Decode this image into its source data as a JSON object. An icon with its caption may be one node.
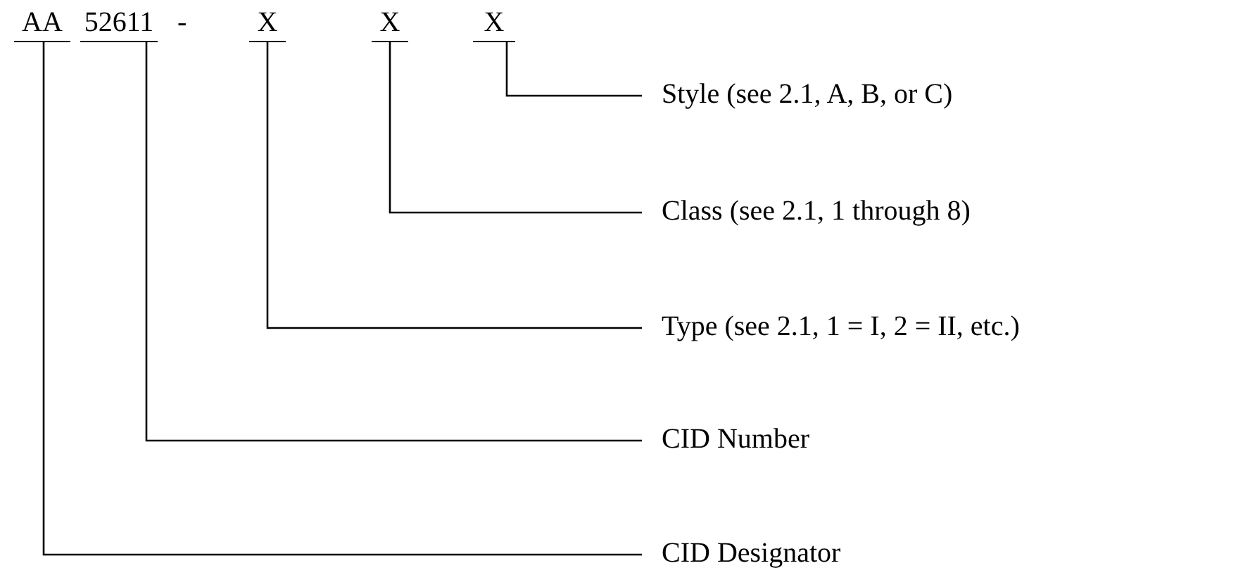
{
  "diagram": {
    "nodes": [
      {
        "text": [
          "AA"
        ]
      },
      {
        "text": [
          "52611"
        ]
      },
      {
        "text": [
          "X"
        ]
      },
      {
        "text": [
          "X"
        ]
      },
      {
        "text": [
          "X"
        ]
      },
      {
        "text": [
          "Style (see 2.1, A, B, or C)"
        ]
      },
      {
        "text": [
          "Class (see 2.1, 1 through 8)"
        ]
      },
      {
        "text": [
          "Type (see 2.1, 1 = I, 2 = II, etc.)"
        ]
      },
      {
        "text": [
          "CID Number"
        ]
      },
      {
        "text": [
          "CID Designator"
        ]
      }
    ],
    "edges": [
      {
        "from": 5,
        "to": 4,
        "arrow": "none"
      },
      {
        "from": 6,
        "to": 3,
        "arrow": "none"
      },
      {
        "from": 7,
        "to": 2,
        "arrow": "none"
      },
      {
        "from": 8,
        "to": 1,
        "arrow": "none"
      },
      {
        "from": 9,
        "to": 0,
        "arrow": "none"
      }
    ],
    "labels": [
      "-"
    ]
  }
}
